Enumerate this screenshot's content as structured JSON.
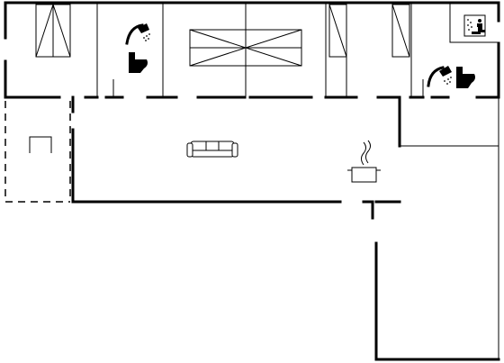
{
  "plan": {
    "rooms": [
      {
        "id": "bedroom-1",
        "type": "bedroom"
      },
      {
        "id": "bathroom-1",
        "type": "bathroom"
      },
      {
        "id": "living-room",
        "type": "living room"
      },
      {
        "id": "kitchen",
        "type": "kitchen"
      },
      {
        "id": "bathroom-2",
        "type": "bathroom"
      },
      {
        "id": "sauna",
        "type": "sauna"
      },
      {
        "id": "covered-terrace",
        "type": "terrace"
      },
      {
        "id": "terrace-deck",
        "type": "terrace"
      }
    ],
    "icons": [
      "wardrobe-icon",
      "shower-icon",
      "toilet-icon",
      "bed-icon",
      "sofa-icon",
      "stove-pot-icon",
      "sauna-icon"
    ]
  }
}
